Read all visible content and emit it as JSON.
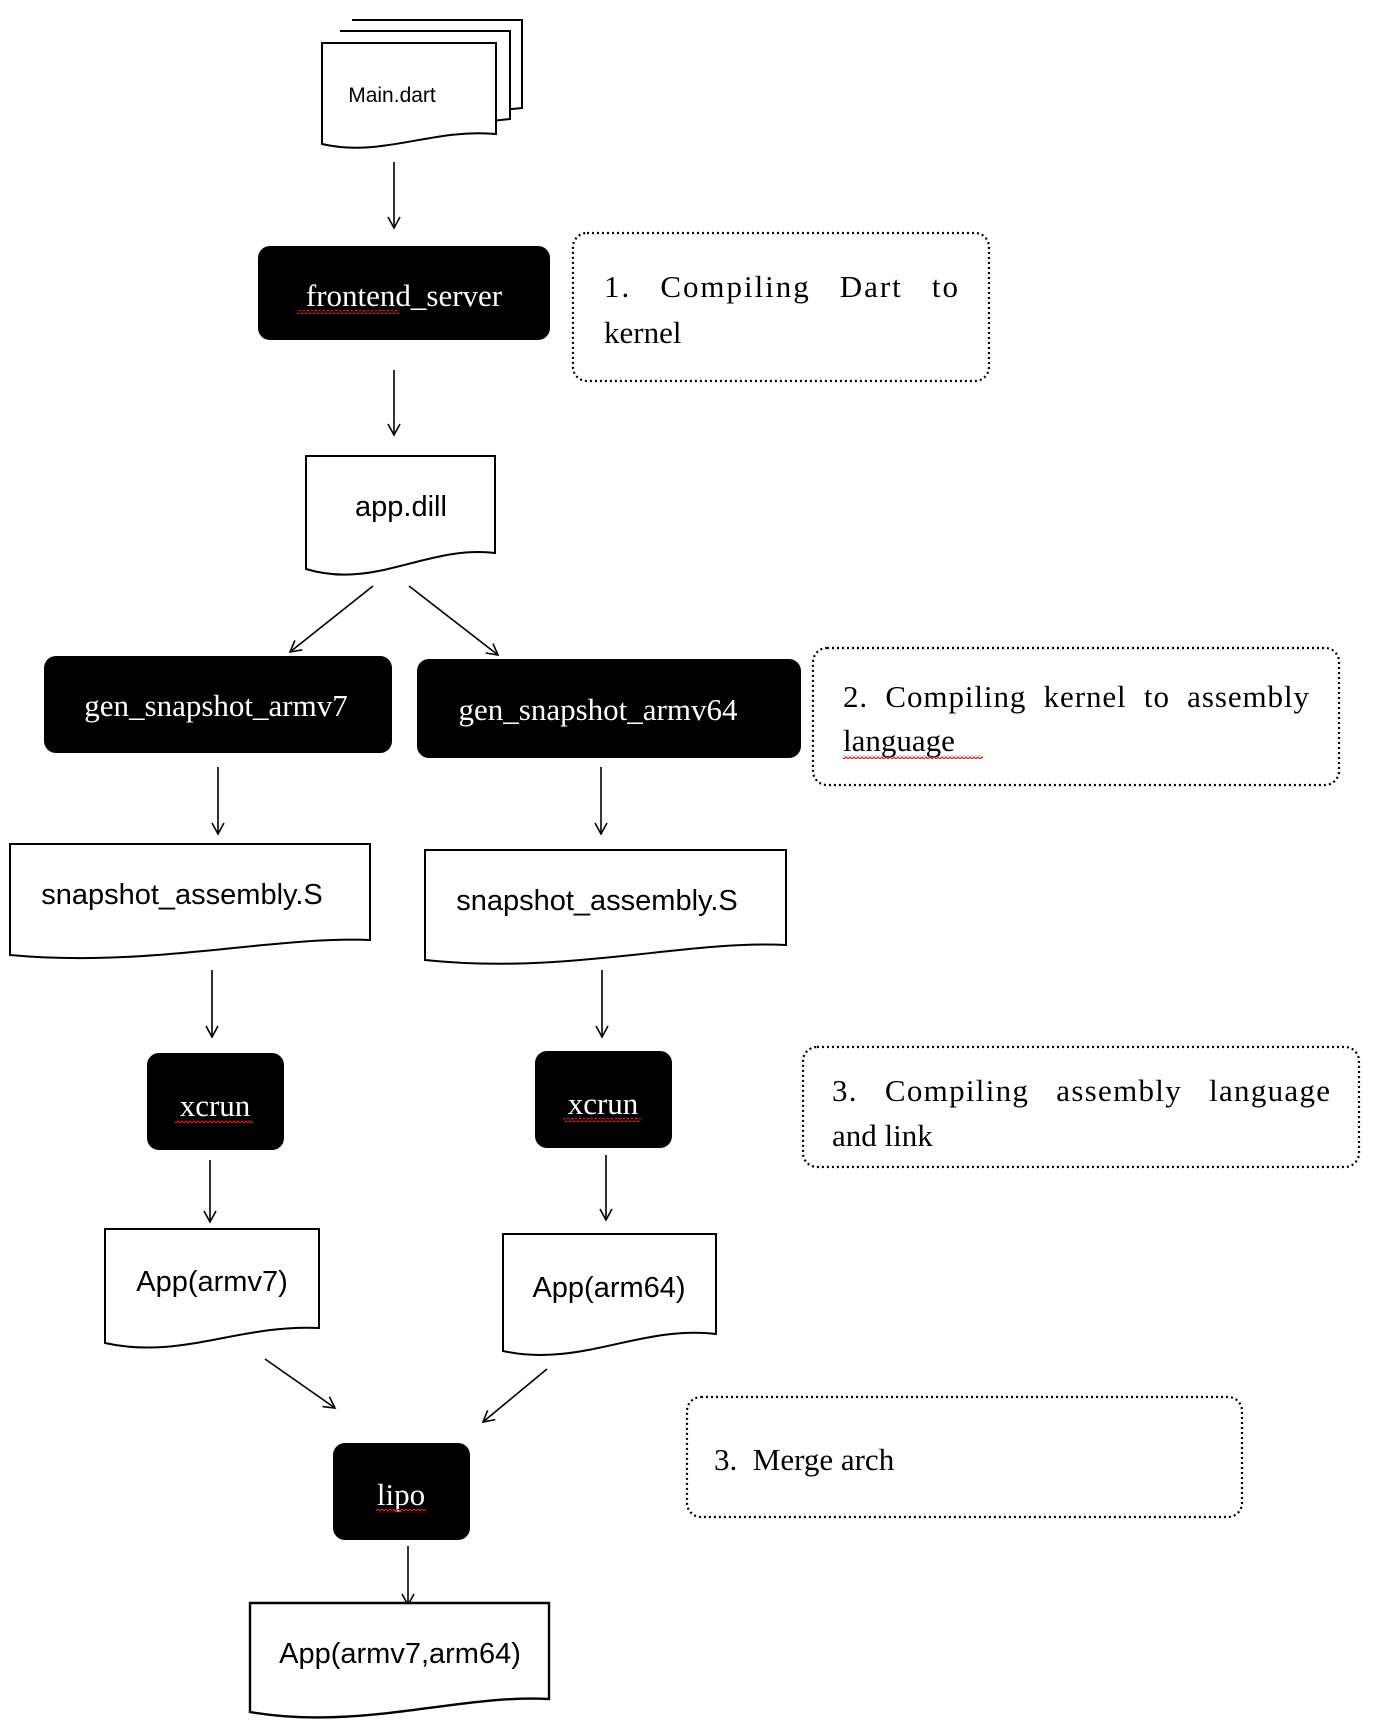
{
  "documents": {
    "main_dart": "Main.dart",
    "app_dill": "app.dill",
    "snapshot_armv7": "snapshot_assembly.S",
    "snapshot_arm64": "snapshot_assembly.S",
    "app_armv7": "App(armv7)",
    "app_arm64": "App(arm64)",
    "app_universal": "App(armv7,arm64)"
  },
  "processes": {
    "frontend_server": "frontend_server",
    "gen_snapshot_armv7": "gen_snapshot_armv7",
    "gen_snapshot_armv64": "gen_snapshot_armv64",
    "xcrun_armv7": "xcrun",
    "xcrun_arm64": "xcrun",
    "lipo": "lipo"
  },
  "notes": {
    "step1_line1": "1.   Compiling   Dart   to",
    "step1_line2": "kernel",
    "step2_line1": "2.  Compiling  kernel  to  assembly",
    "step2_line2": "language",
    "step3_line1": "3.   Compiling   assembly   language",
    "step3_line2": "and link",
    "step4_line1": "3.  Merge arch"
  },
  "colors": {
    "process_fill": "#000000",
    "process_text": "#ffffff",
    "document_stroke": "#000000",
    "note_border": "#000000",
    "spellcheck_underline": "#d21e1e"
  }
}
